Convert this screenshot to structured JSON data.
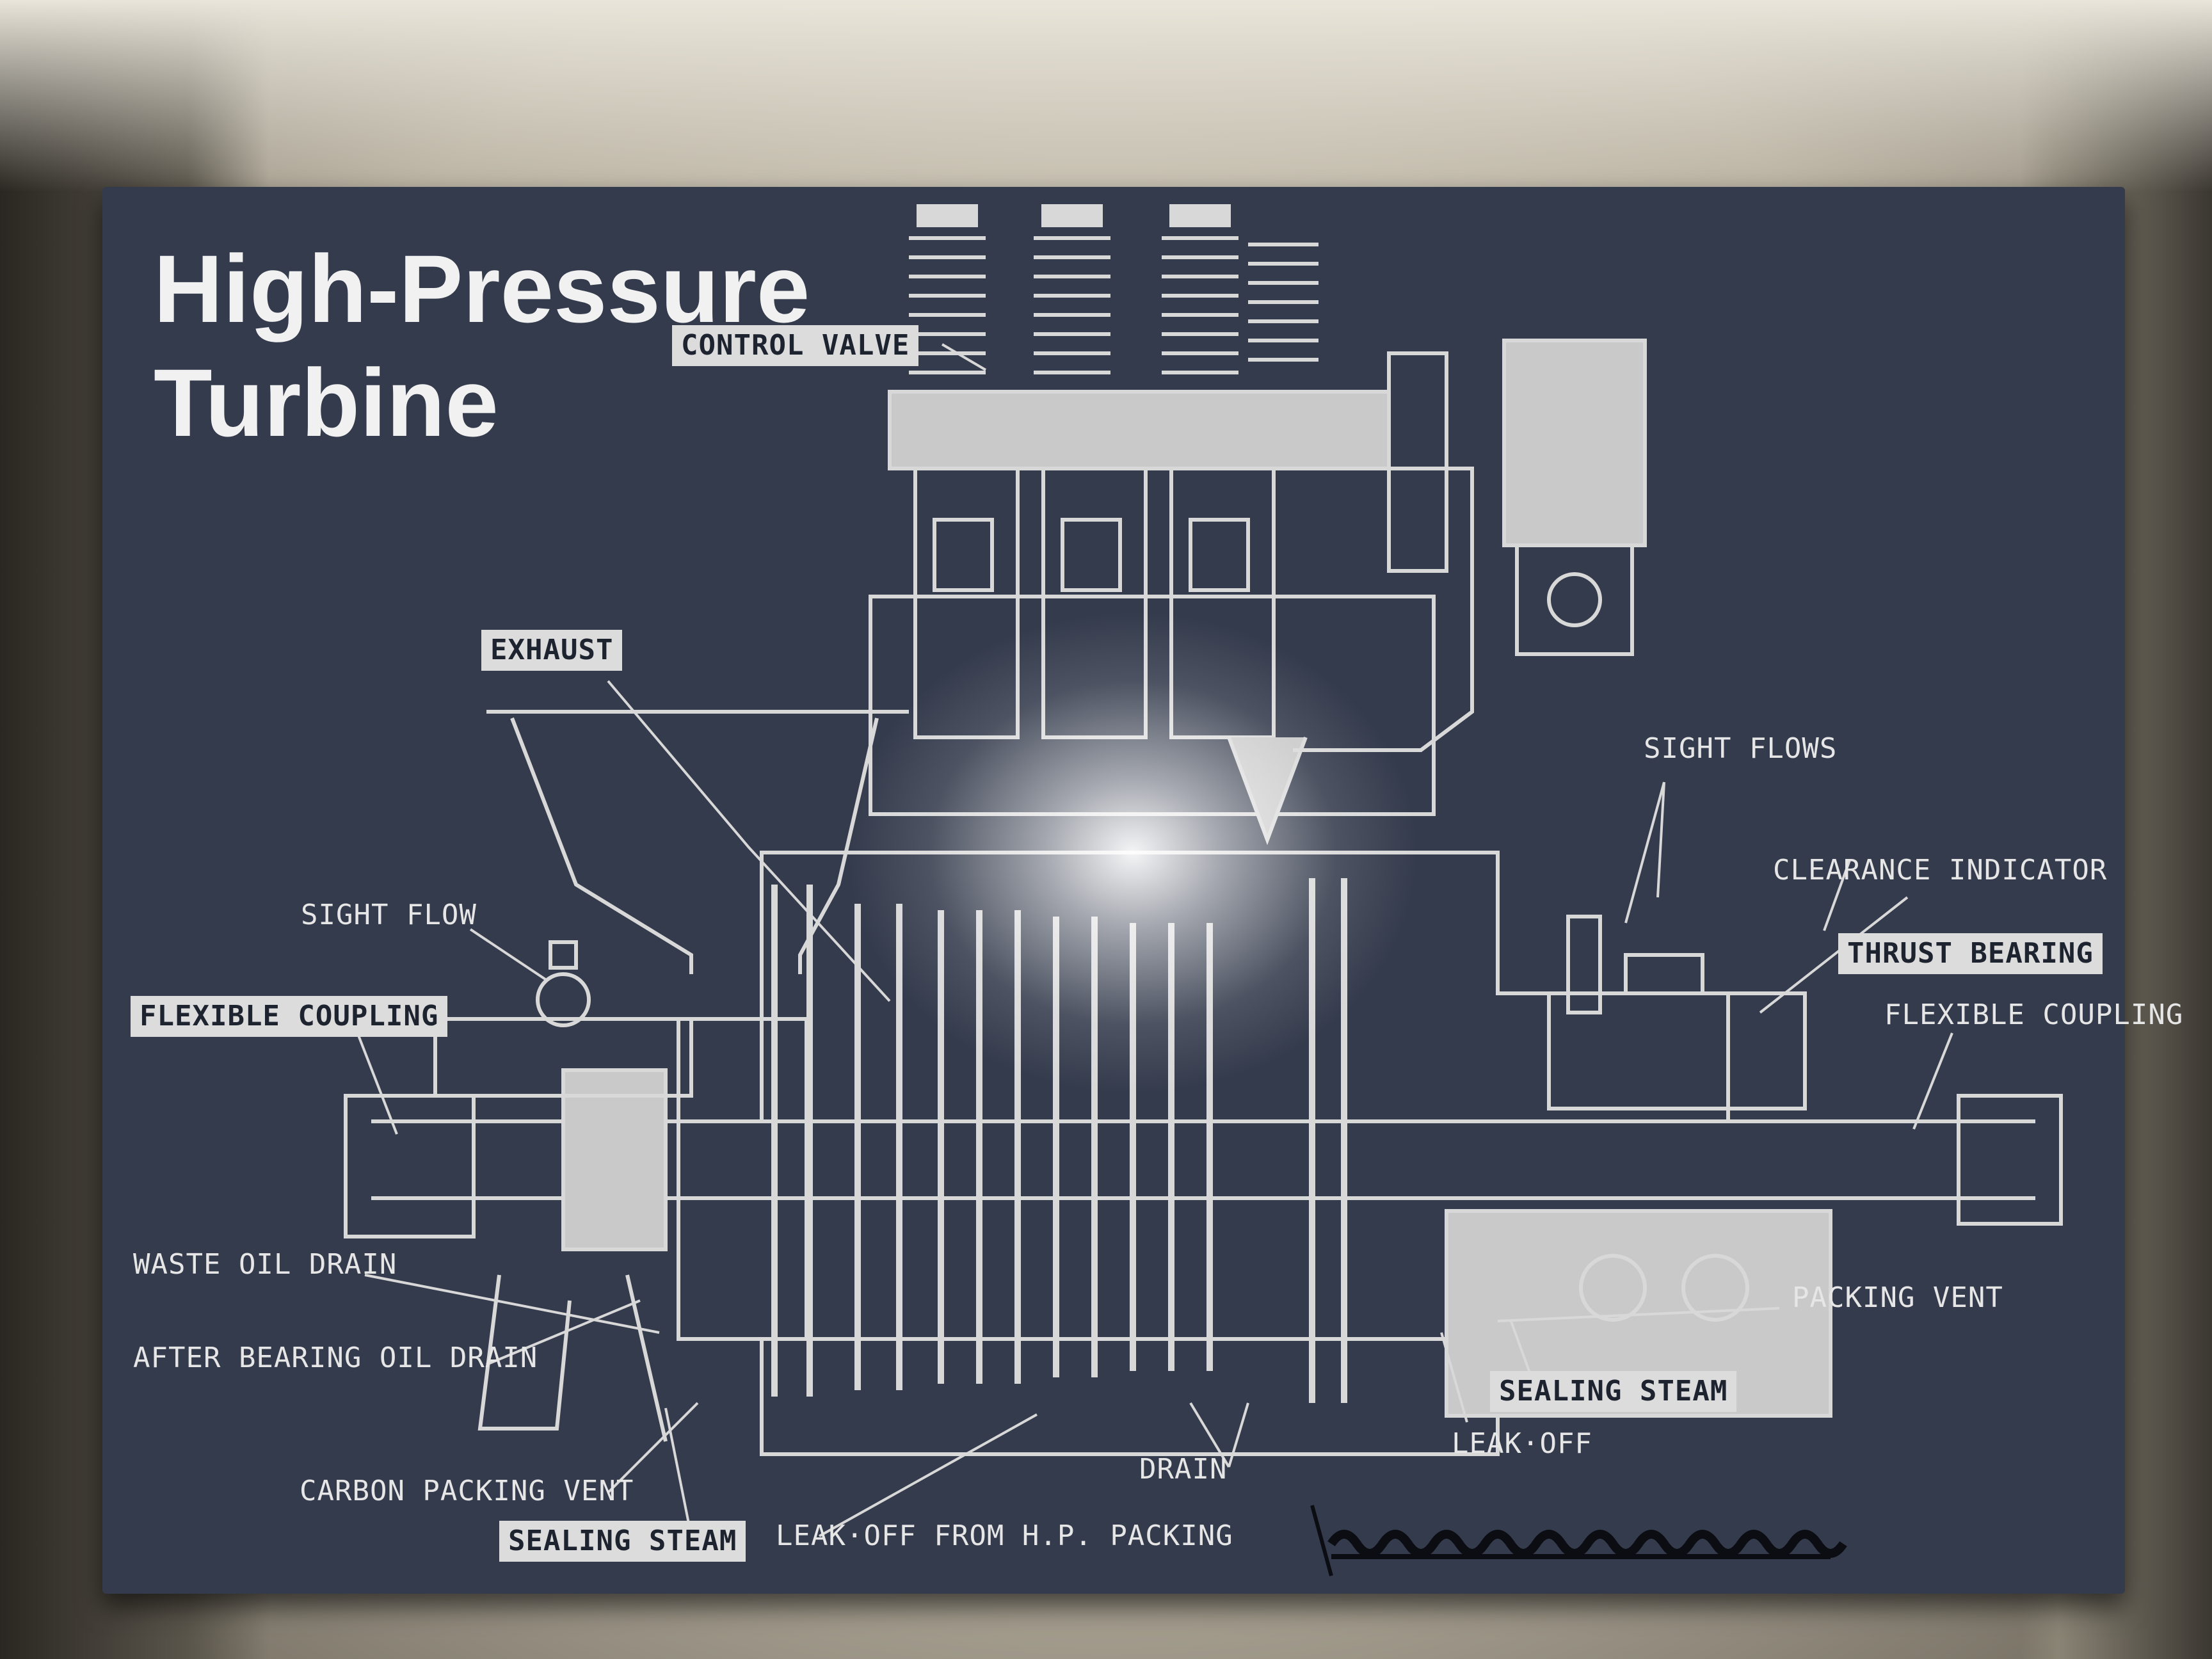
{
  "board": {
    "title": "High-Pressure\nTurbine"
  },
  "labels": {
    "control_valve": "CONTROL VALVE",
    "exhaust": "EXHAUST",
    "sight_flows": "SIGHT FLOWS",
    "clearance_indicator": "CLEARANCE INDICATOR",
    "sight_flow": "SIGHT FLOW",
    "thrust_bearing": "THRUST BEARING",
    "flexible_coupling_left": "FLEXIBLE COUPLING",
    "flexible_coupling_right": "FLEXIBLE COUPLING",
    "waste_oil_drain": "WASTE OIL DRAIN",
    "after_bearing_oil_drain": "AFTER BEARING OIL DRAIN",
    "packing_vent": "PACKING VENT",
    "sealing_steam_right": "SEALING STEAM",
    "leak_off": "LEAK·OFF",
    "carbon_packing_vent": "CARBON PACKING VENT",
    "drain": "DRAIN",
    "sealing_steam_left": "SEALING STEAM",
    "leak_off_hp_packing": "LEAK·OFF FROM H.P. PACKING"
  },
  "colors": {
    "board": "#343b4c",
    "line_art": "#d8d8d8",
    "label_box": "#dcdcdc",
    "label_text_boxed": "#1e2330",
    "label_text": "#e6e6e6"
  }
}
